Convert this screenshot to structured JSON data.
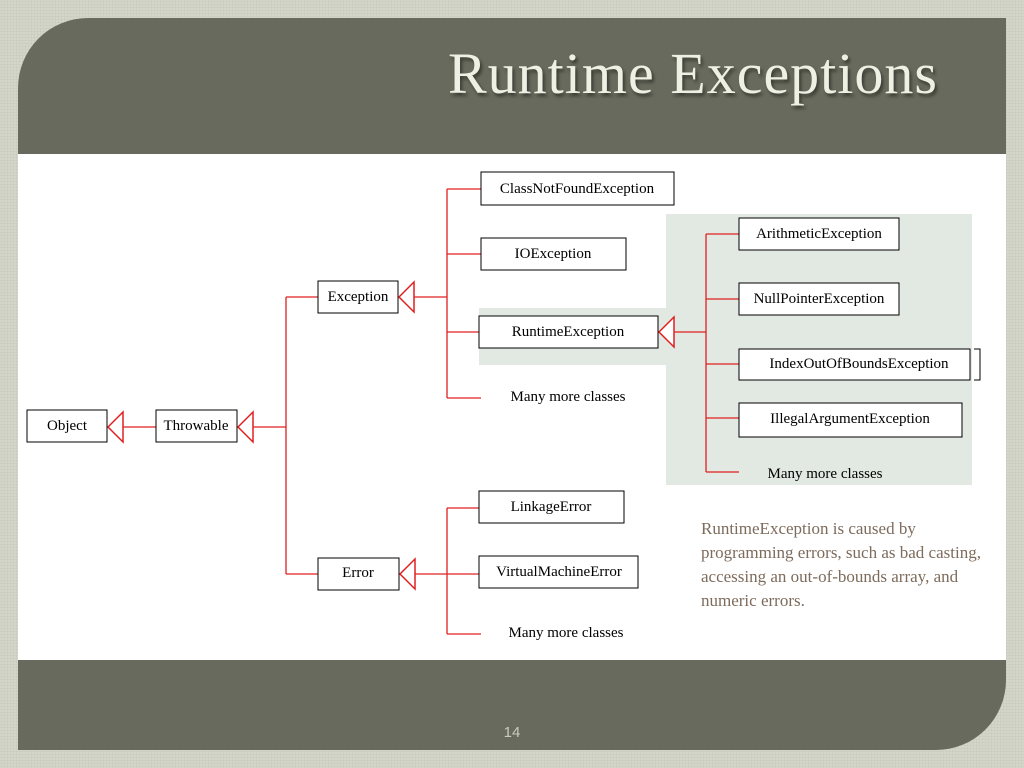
{
  "slide": {
    "title": "Runtime Exceptions",
    "page_number": "14",
    "note": "RuntimeException is caused by programming errors, such as bad casting, accessing an out-of-bounds array, and numeric errors."
  },
  "diagram": {
    "nodes": {
      "object": "Object",
      "throwable": "Throwable",
      "exception": "Exception",
      "error": "Error",
      "class_not_found": "ClassNotFoundException",
      "io_exception": "IOException",
      "runtime_exception": "RuntimeException",
      "exception_more": "Many more classes",
      "linkage_error": "LinkageError",
      "virtual_machine_error": "VirtualMachineError",
      "error_more": "Many more classes",
      "arithmetic_exception": "ArithmeticException",
      "null_pointer_exception": "NullPointerException",
      "index_out_of_bounds_exception": "IndexOutOfBoundsException",
      "illegal_argument_exception": "IllegalArgumentException",
      "runtime_more": "Many more classes"
    },
    "colors": {
      "connector": "#e02020",
      "highlight": "#e2e9e2",
      "box_border": "#000000"
    }
  }
}
